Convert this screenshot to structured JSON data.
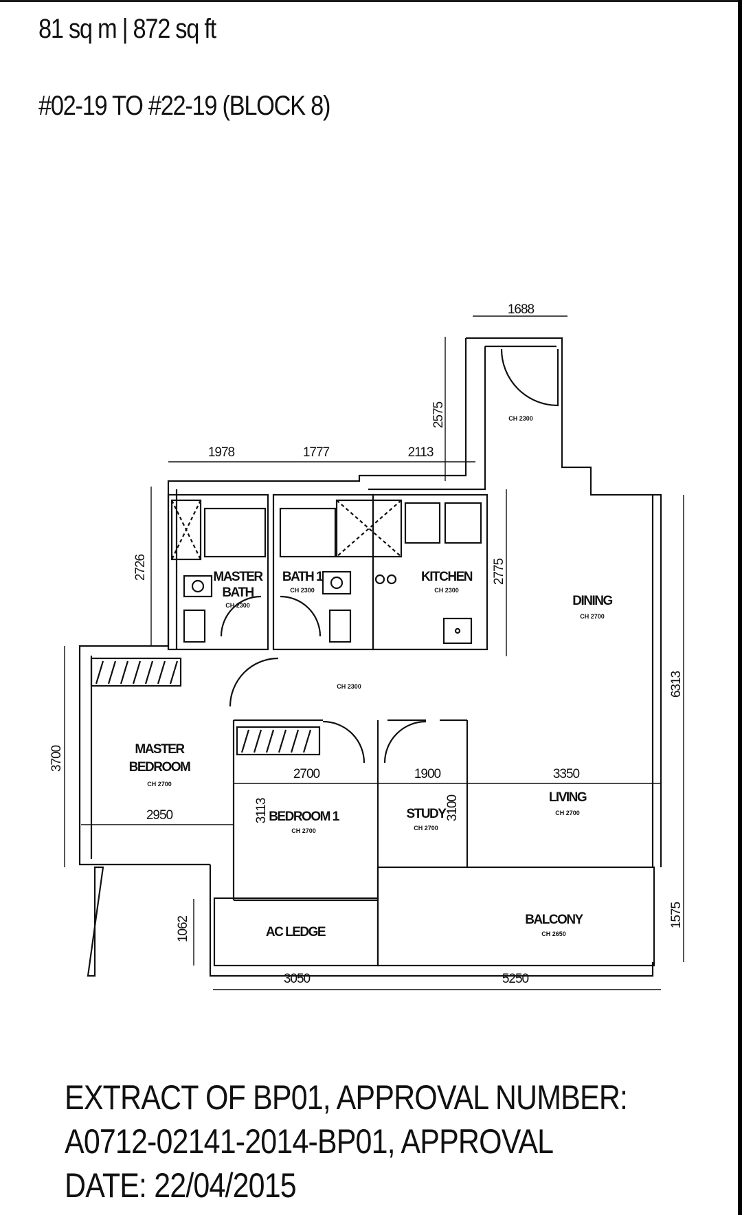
{
  "header": {
    "area": "81 sq m | 872 sq ft",
    "units": "#02-19 TO #22-19 (BLOCK 8)"
  },
  "rooms": {
    "master_bath": [
      "MASTER",
      "BATH"
    ],
    "master_bath_ch": "CH 2300",
    "bath1": "BATH 1",
    "bath1_ch": "CH 2300",
    "kitchen": "KITCHEN",
    "kitchen_ch": "CH 2300",
    "dining": "DINING",
    "dining_ch": "CH 2700",
    "top_ch": "CH 2300",
    "hall_ch": "CH 2300",
    "master_bedroom": [
      "MASTER",
      "BEDROOM"
    ],
    "master_bedroom_ch": "CH 2700",
    "bedroom1": "BEDROOM 1",
    "bedroom1_ch": "CH 2700",
    "study": "STUDY",
    "study_ch": "CH 2700",
    "living": "LIVING",
    "living_ch": "CH 2700",
    "ac_ledge": "AC LEDGE",
    "balcony": "BALCONY",
    "balcony_ch": "CH 2650"
  },
  "dimensions": {
    "d1688": "1688",
    "d2575": "2575",
    "d1978": "1978",
    "d1777": "1777",
    "d2113": "2113",
    "d2726": "2726",
    "d2775": "2775",
    "d6313": "6313",
    "d3700": "3700",
    "d2700": "2700",
    "d1900": "1900",
    "d3350": "3350",
    "d2950": "2950",
    "d3113": "3113",
    "d3100": "3100",
    "d1062": "1062",
    "d1575": "1575",
    "d3050": "3050",
    "d5250": "5250"
  },
  "footer": {
    "line1": "EXTRACT OF BP01, APPROVAL NUMBER:",
    "line2": "A0712-02141-2014-BP01, APPROVAL",
    "line3": "DATE: 22/04/2015"
  }
}
